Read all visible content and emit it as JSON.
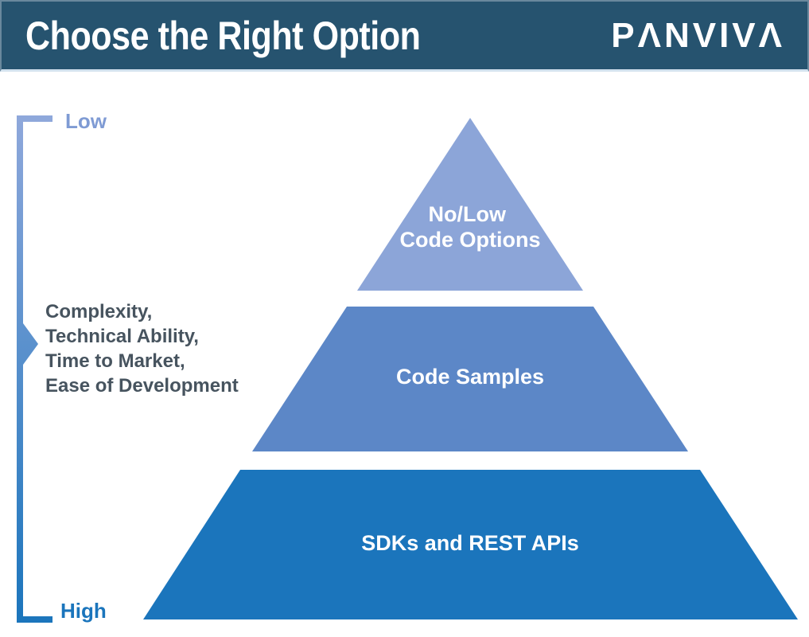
{
  "header": {
    "title": "Choose the Right Option",
    "logo": "PΛNVIVΛ"
  },
  "axis": {
    "low_label": "Low",
    "high_label": "High",
    "factors": [
      "Complexity,",
      "Technical Ability,",
      "Time to Market,",
      "Ease of Development"
    ]
  },
  "pyramid": {
    "tiers": [
      {
        "name": "no-low-code-options",
        "label_lines": [
          "No/Low",
          "Code Options"
        ],
        "fill": "#8ca5d8"
      },
      {
        "name": "code-samples",
        "label_lines": [
          "Code Samples"
        ],
        "fill": "#5c87c7"
      },
      {
        "name": "sdks-and-rest-apis",
        "label_lines": [
          "SDKs and REST APIs"
        ],
        "fill": "#1b75bc"
      }
    ]
  },
  "colors": {
    "header_bg": "#26536f",
    "header_text": "#ffffff",
    "logo_text": "#ffffff",
    "low_label": "#7f9bd4",
    "high_label": "#1b75bc",
    "factors_text": "#47545f",
    "bracket_top": "#8fa8db",
    "bracket_bottom": "#1b75bc",
    "tier_label_text": "#ffffff"
  }
}
